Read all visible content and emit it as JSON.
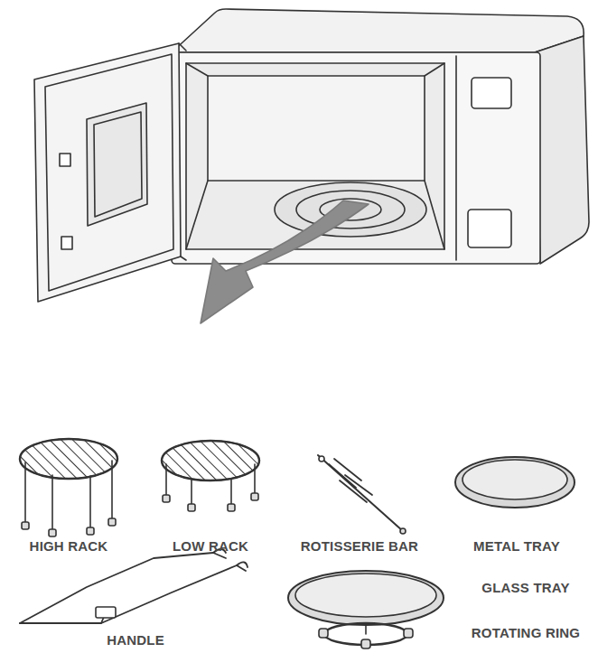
{
  "diagram": {
    "labels": [
      "HIGH RACK",
      "LOW RACK",
      "ROTISSERIE BAR",
      "METAL TRAY",
      "GLASS TRAY",
      "HANDLE",
      "ROTATING RING"
    ]
  }
}
